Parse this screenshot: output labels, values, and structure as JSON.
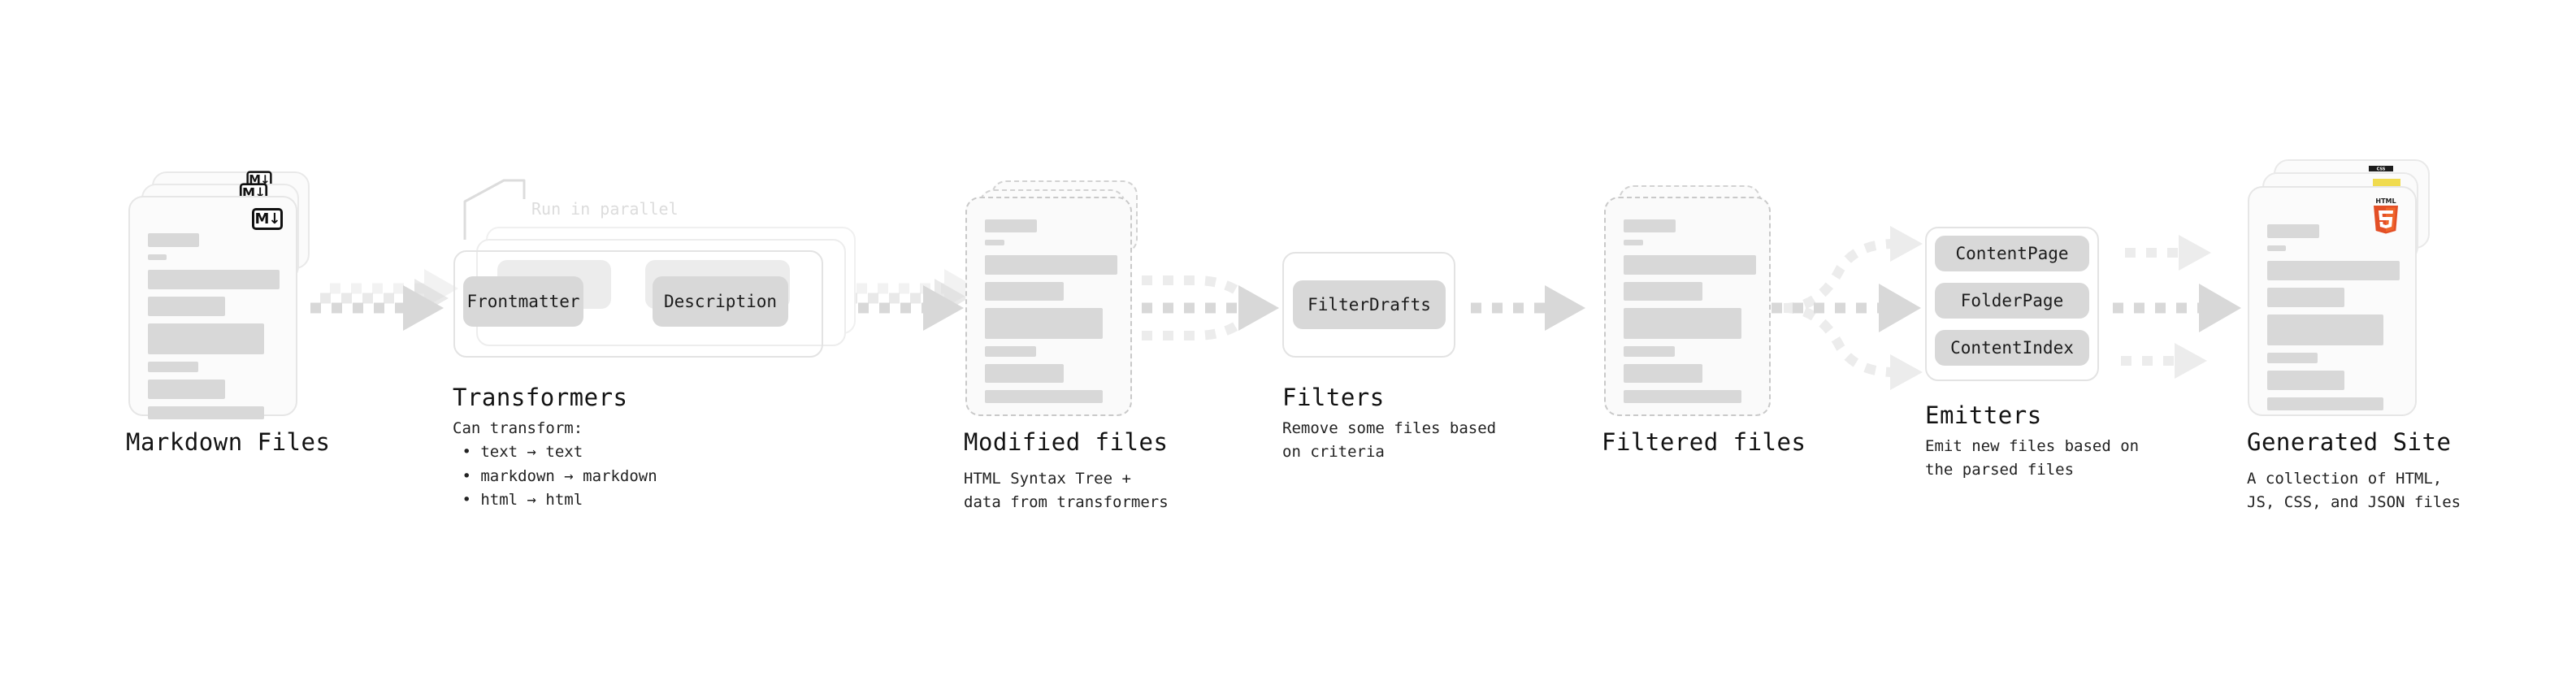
{
  "diagram": {
    "type": "pipeline-flow",
    "stages": [
      {
        "id": "markdown-files",
        "title": "Markdown Files",
        "description": "",
        "kind": "file-stack",
        "badge": "markdown-badge",
        "badge_text": "M↓"
      },
      {
        "id": "transformers",
        "title": "Transformers",
        "description": "Can transform:\n • text → text\n • markdown → markdown\n • html → html",
        "kind": "plugin-group",
        "annotation": "Run in parallel",
        "plugins": [
          "Frontmatter",
          "Description"
        ]
      },
      {
        "id": "modified-files",
        "title": "Modified files",
        "description": "HTML Syntax Tree +\ndata from transformers",
        "kind": "file-stack-dashed"
      },
      {
        "id": "filters",
        "title": "Filters",
        "description": "Remove some files based\non criteria",
        "kind": "plugin-group",
        "plugins": [
          "FilterDrafts"
        ]
      },
      {
        "id": "filtered-files",
        "title": "Filtered files",
        "description": "",
        "kind": "file-stack-dashed"
      },
      {
        "id": "emitters",
        "title": "Emitters",
        "description": "Emit new files based on\nthe parsed files",
        "kind": "plugin-group",
        "plugins": [
          "ContentPage",
          "FolderPage",
          "ContentIndex"
        ]
      },
      {
        "id": "generated-site",
        "title": "Generated Site",
        "description": "A collection of HTML,\nJS, CSS, and JSON files",
        "kind": "file-stack",
        "badges": [
          "html5-badge",
          "js-badge",
          "css3-badge"
        ],
        "badge_text": "HTML 5"
      }
    ],
    "connectors": [
      {
        "from": "markdown-files",
        "to": "transformers",
        "style": "dashed-arrow-stack"
      },
      {
        "from": "transformers",
        "to": "modified-files",
        "style": "dashed-arrow-stack"
      },
      {
        "from": "modified-files",
        "to": "filters",
        "style": "dashed-arrow-fan-in"
      },
      {
        "from": "filters",
        "to": "filtered-files",
        "style": "dashed-arrow"
      },
      {
        "from": "filtered-files",
        "to": "emitters",
        "style": "dashed-arrow-fan-out"
      },
      {
        "from": "emitters",
        "to": "generated-site",
        "style": "dashed-arrow-triple"
      }
    ],
    "colors": {
      "arrow": "#d8d8d8",
      "arrow_faint": "#ececec",
      "card_fill": "#fbfbfb",
      "card_border": "#e6e6e6",
      "bar": "#d8d8d8",
      "pill": "#d8d8d8",
      "text": "#121212",
      "annotation": "#dcdcdc",
      "html5": "#e34f26",
      "js": "#f0db4f",
      "css3": "#264de4"
    }
  }
}
